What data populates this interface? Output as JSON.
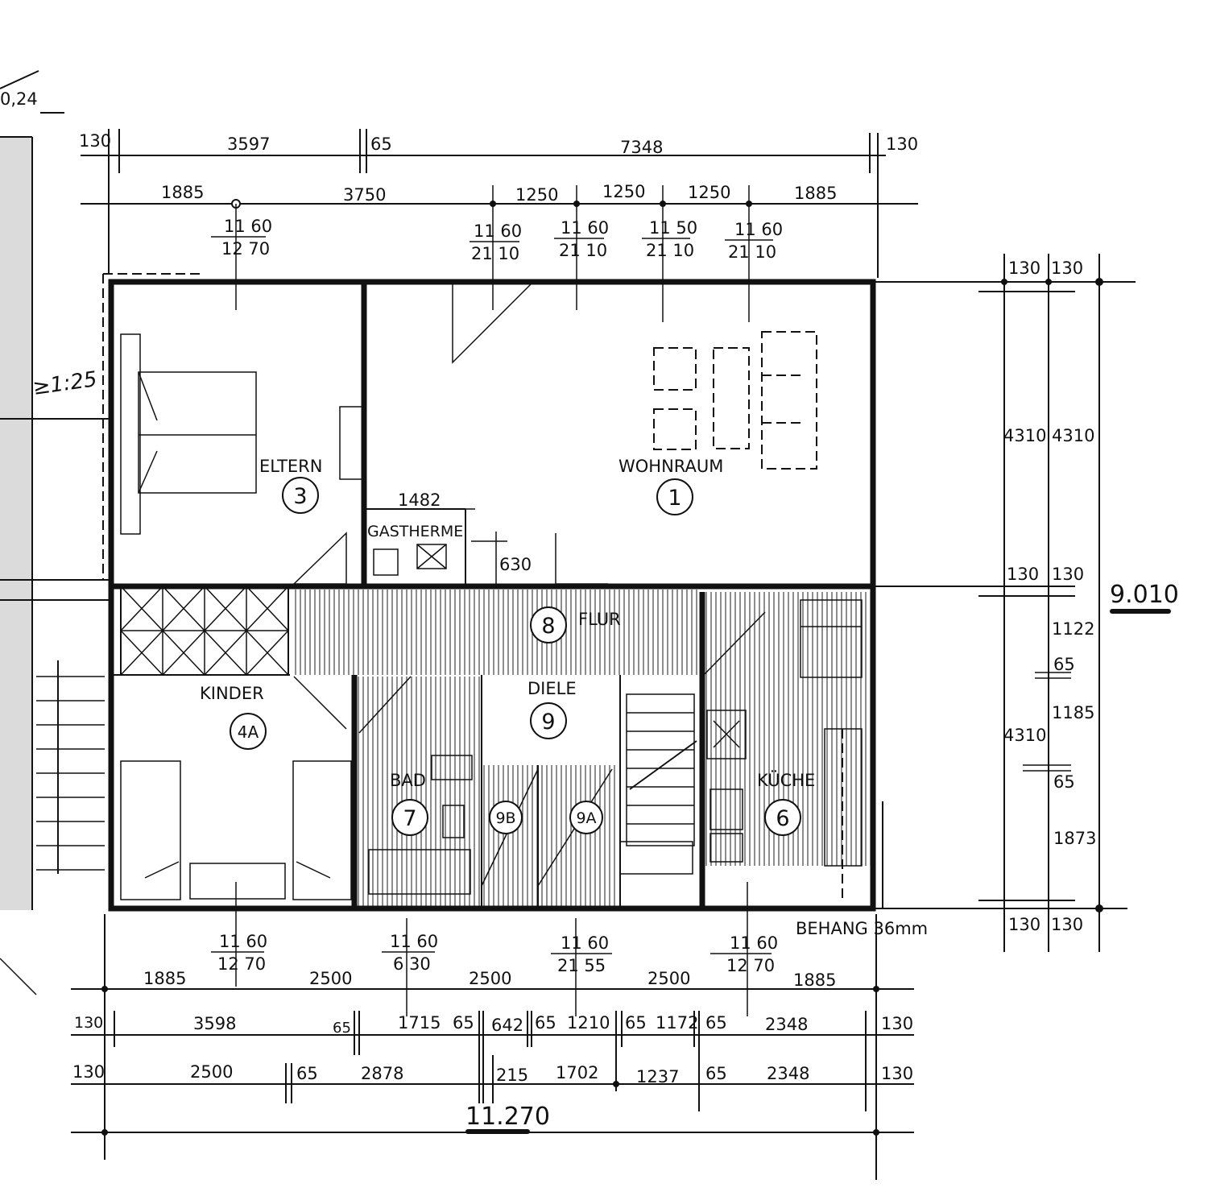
{
  "rooms": {
    "eltern": {
      "label": "ELTERN",
      "number": "3"
    },
    "wohnraum": {
      "label": "WOHNRAUM",
      "number": "1"
    },
    "kinder": {
      "label": "KINDER",
      "number": "4A"
    },
    "flur": {
      "label": "FLUR",
      "number": "8"
    },
    "diele": {
      "label": "DIELE",
      "number": "9"
    },
    "bad": {
      "label": "BAD",
      "number": "7"
    },
    "abstell_b": {
      "number": "9B"
    },
    "abstell_a": {
      "number": "9A"
    },
    "kueche": {
      "label": "KÜCHE",
      "number": "6"
    },
    "gastherme": {
      "label": "GASTHERME"
    }
  },
  "annotations": {
    "slope": "≥1:25",
    "behang": "BEHANG 36mm",
    "corner": "0,24"
  },
  "dimensions": {
    "top1": [
      "130",
      "3597",
      "65",
      "7348",
      "130"
    ],
    "top2": [
      "1885",
      "3750",
      "1250",
      "1250",
      "1250",
      "1885"
    ],
    "top_openings": [
      {
        "num": "11 60",
        "den": "12 70"
      },
      {
        "num": "11 60",
        "den": "21 10"
      },
      {
        "num": "11 60",
        "den": "21 10"
      },
      {
        "num": "11 50",
        "den": "21 10"
      },
      {
        "num": "11 60",
        "den": "21 10"
      }
    ],
    "interior": [
      "1482",
      "630"
    ],
    "right_outer": [
      "130",
      "4310",
      "130",
      "4310",
      "130"
    ],
    "right_inner": [
      "130",
      "4310",
      "130",
      "1122",
      "65",
      "1185",
      "65",
      "1873",
      "130"
    ],
    "right_total": "9.010",
    "bottom_openings": [
      {
        "num": "11 60",
        "den": "12 70"
      },
      {
        "num": "11 60",
        "den": "6 30"
      },
      {
        "num": "11 60",
        "den": "21 55"
      },
      {
        "num": "11 60",
        "den": "12 70"
      }
    ],
    "bottom1": [
      "1885",
      "2500",
      "2500",
      "2500",
      "1885"
    ],
    "bottom2": [
      "130",
      "3598",
      "65",
      "1715",
      "65",
      "642",
      "65",
      "1210",
      "65",
      "1172",
      "65",
      "2348",
      "130"
    ],
    "bottom3": [
      "130",
      "2500",
      "65",
      "2878",
      "215",
      "1702",
      "1237",
      "65",
      "2348",
      "130"
    ],
    "bottom_total": "11.270"
  }
}
